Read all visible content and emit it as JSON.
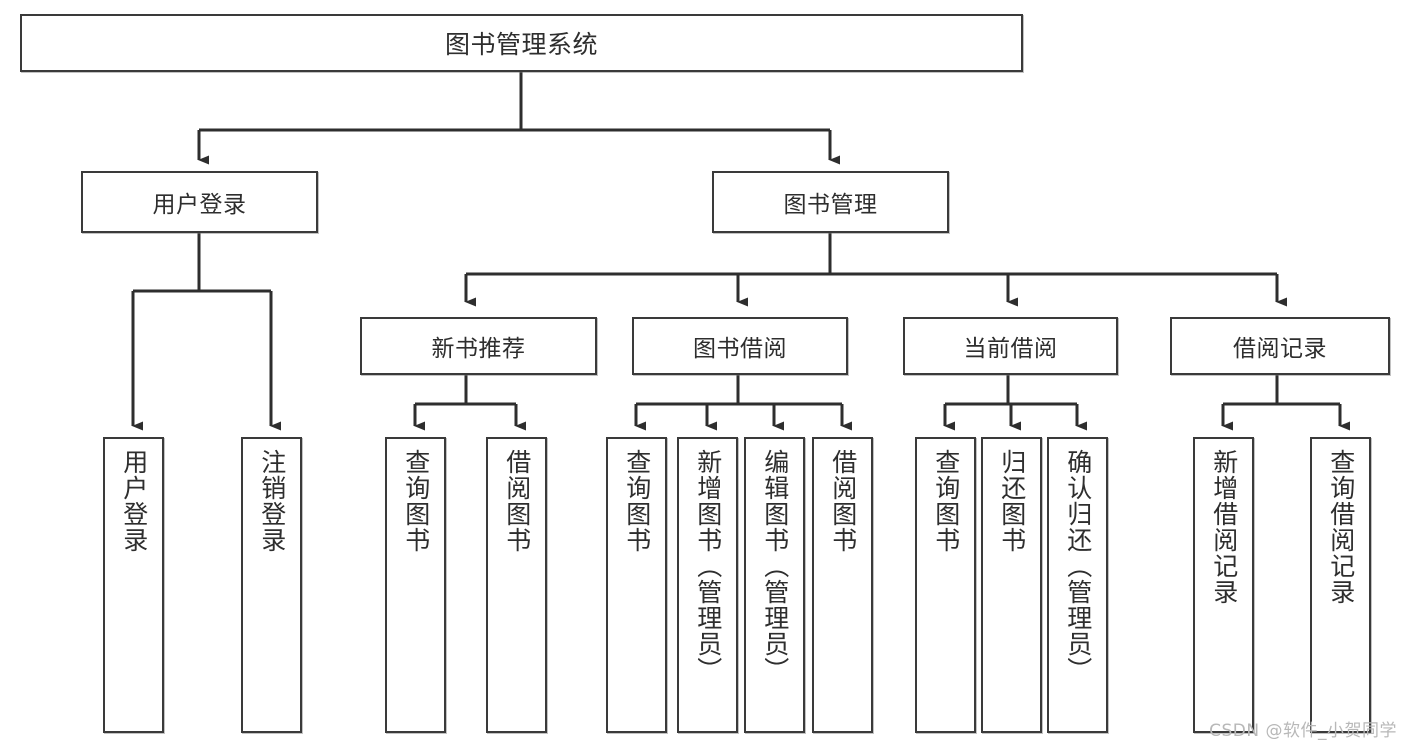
{
  "diagram": {
    "title": "图书管理系统",
    "type": "tree-hierarchy-chart",
    "watermark": "CSDN @软件_小贺同学",
    "colors": {
      "background": "#ffffff",
      "box_border": "#3a3a3a",
      "box_fill": "#ffffff",
      "edge": "#2e2e2e",
      "text": "#2e2e2e",
      "watermark": "#b8b8b8"
    },
    "root": {
      "label": "图书管理系统"
    },
    "level1": [
      {
        "label": "用户登录"
      },
      {
        "label": "图书管理"
      }
    ],
    "level2": [
      {
        "label": "新书推荐"
      },
      {
        "label": "图书借阅"
      },
      {
        "label": "当前借阅"
      },
      {
        "label": "借阅记录"
      }
    ],
    "leaves": {
      "user_login": [
        {
          "label": "用户登录"
        },
        {
          "label": "注销登录"
        }
      ],
      "new_book_recommend": [
        {
          "label": "查询图书"
        },
        {
          "label": "借阅图书"
        }
      ],
      "book_borrow": [
        {
          "label": "查询图书"
        },
        {
          "label": "新增图书（管理员）"
        },
        {
          "label": "编辑图书（管理员）"
        },
        {
          "label": "借阅图书"
        }
      ],
      "current_borrow": [
        {
          "label": "查询图书"
        },
        {
          "label": "归还图书"
        },
        {
          "label": "确认归还（管理员）"
        }
      ],
      "borrow_record": [
        {
          "label": "新增借阅记录"
        },
        {
          "label": "查询借阅记录"
        }
      ]
    }
  }
}
